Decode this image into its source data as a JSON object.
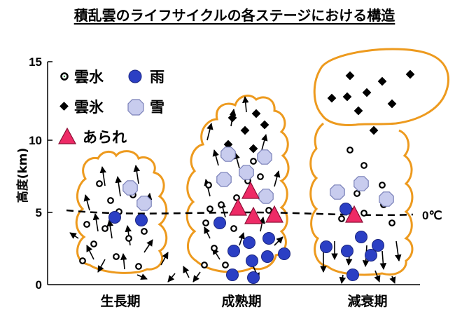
{
  "title": "積乱雲のライフサイクルの各ステージにおける構造",
  "y_axis": {
    "label": "高度(km)",
    "ticks": [
      "15",
      "10",
      "5",
      "0"
    ]
  },
  "freezing_label": "0℃",
  "legend": [
    {
      "icon": "cloud-water-dot",
      "label": "雲水"
    },
    {
      "icon": "rain-circle",
      "label": "雨"
    },
    {
      "icon": "cloud-ice-diamond",
      "label": "雲氷"
    },
    {
      "icon": "snow-octagon",
      "label": "雪"
    },
    {
      "icon": "hail-triangle",
      "label": "あられ"
    }
  ],
  "stages": [
    {
      "label": "生長期"
    },
    {
      "label": "成熟期"
    },
    {
      "label": "減衰期"
    }
  ],
  "colors": {
    "cloud_outline": "#ED9A1E",
    "rain": "#2B3FC4",
    "snow": "#C8CCEE",
    "hail": "#EE2A66",
    "ice": "#000000"
  }
}
